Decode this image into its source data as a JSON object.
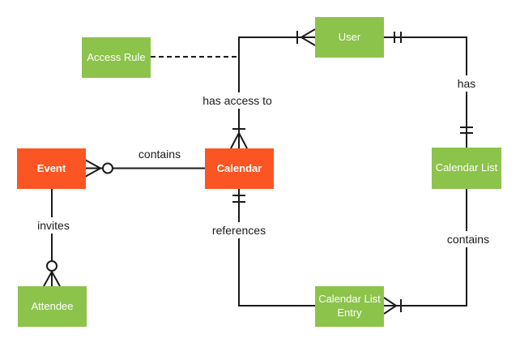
{
  "diagram": {
    "type": "entity-relationship",
    "entities": {
      "event": {
        "label": "Event",
        "color": "#FA5522"
      },
      "calendar": {
        "label": "Calendar",
        "color": "#FA5522"
      },
      "user": {
        "label": "User",
        "color": "#8CC34B"
      },
      "access_rule": {
        "label": "Access Rule",
        "color": "#8CC34B"
      },
      "calendar_list": {
        "label": "Calendar List",
        "color": "#8CC34B"
      },
      "attendee": {
        "label": "Attendee",
        "color": "#8CC34B"
      },
      "calendar_list_entry": {
        "label": "Calendar List Entry",
        "color": "#8CC34B"
      }
    },
    "relationships": {
      "event_contains_calendar": {
        "label": "contains",
        "from": "Event",
        "to": "Calendar",
        "from_cardinality": "zero-or-many",
        "line_style": "solid"
      },
      "calendar_has_access_to_user": {
        "label": "has access to",
        "from": "Calendar",
        "to": "User",
        "from_cardinality": "one-or-many",
        "to_cardinality": "one-or-many",
        "line_style": "solid"
      },
      "access_rule_annotation": {
        "from": "Access Rule",
        "to": "has access to",
        "line_style": "dashed"
      },
      "user_has_calendar_list": {
        "label": "has",
        "from": "User",
        "to": "Calendar List",
        "from_cardinality": "exactly-one",
        "to_cardinality": "exactly-one",
        "line_style": "solid"
      },
      "calendar_references_entry": {
        "label": "references",
        "from": "Calendar",
        "to": "Calendar List Entry",
        "from_cardinality": "exactly-one",
        "line_style": "solid"
      },
      "list_contains_entry": {
        "label": "contains",
        "from": "Calendar List",
        "to": "Calendar List Entry",
        "to_cardinality": "one-or-many",
        "line_style": "solid"
      },
      "event_invites_attendee": {
        "label": "invites",
        "from": "Event",
        "to": "Attendee",
        "to_cardinality": "zero-or-many",
        "line_style": "solid"
      }
    },
    "colors": {
      "background": "#FFFFFF",
      "line": "#1A1A1A",
      "entity_text": "#FFFFFF",
      "label_text": "#1A1A1A",
      "orange": "#FA5522",
      "green": "#8CC34B"
    }
  }
}
